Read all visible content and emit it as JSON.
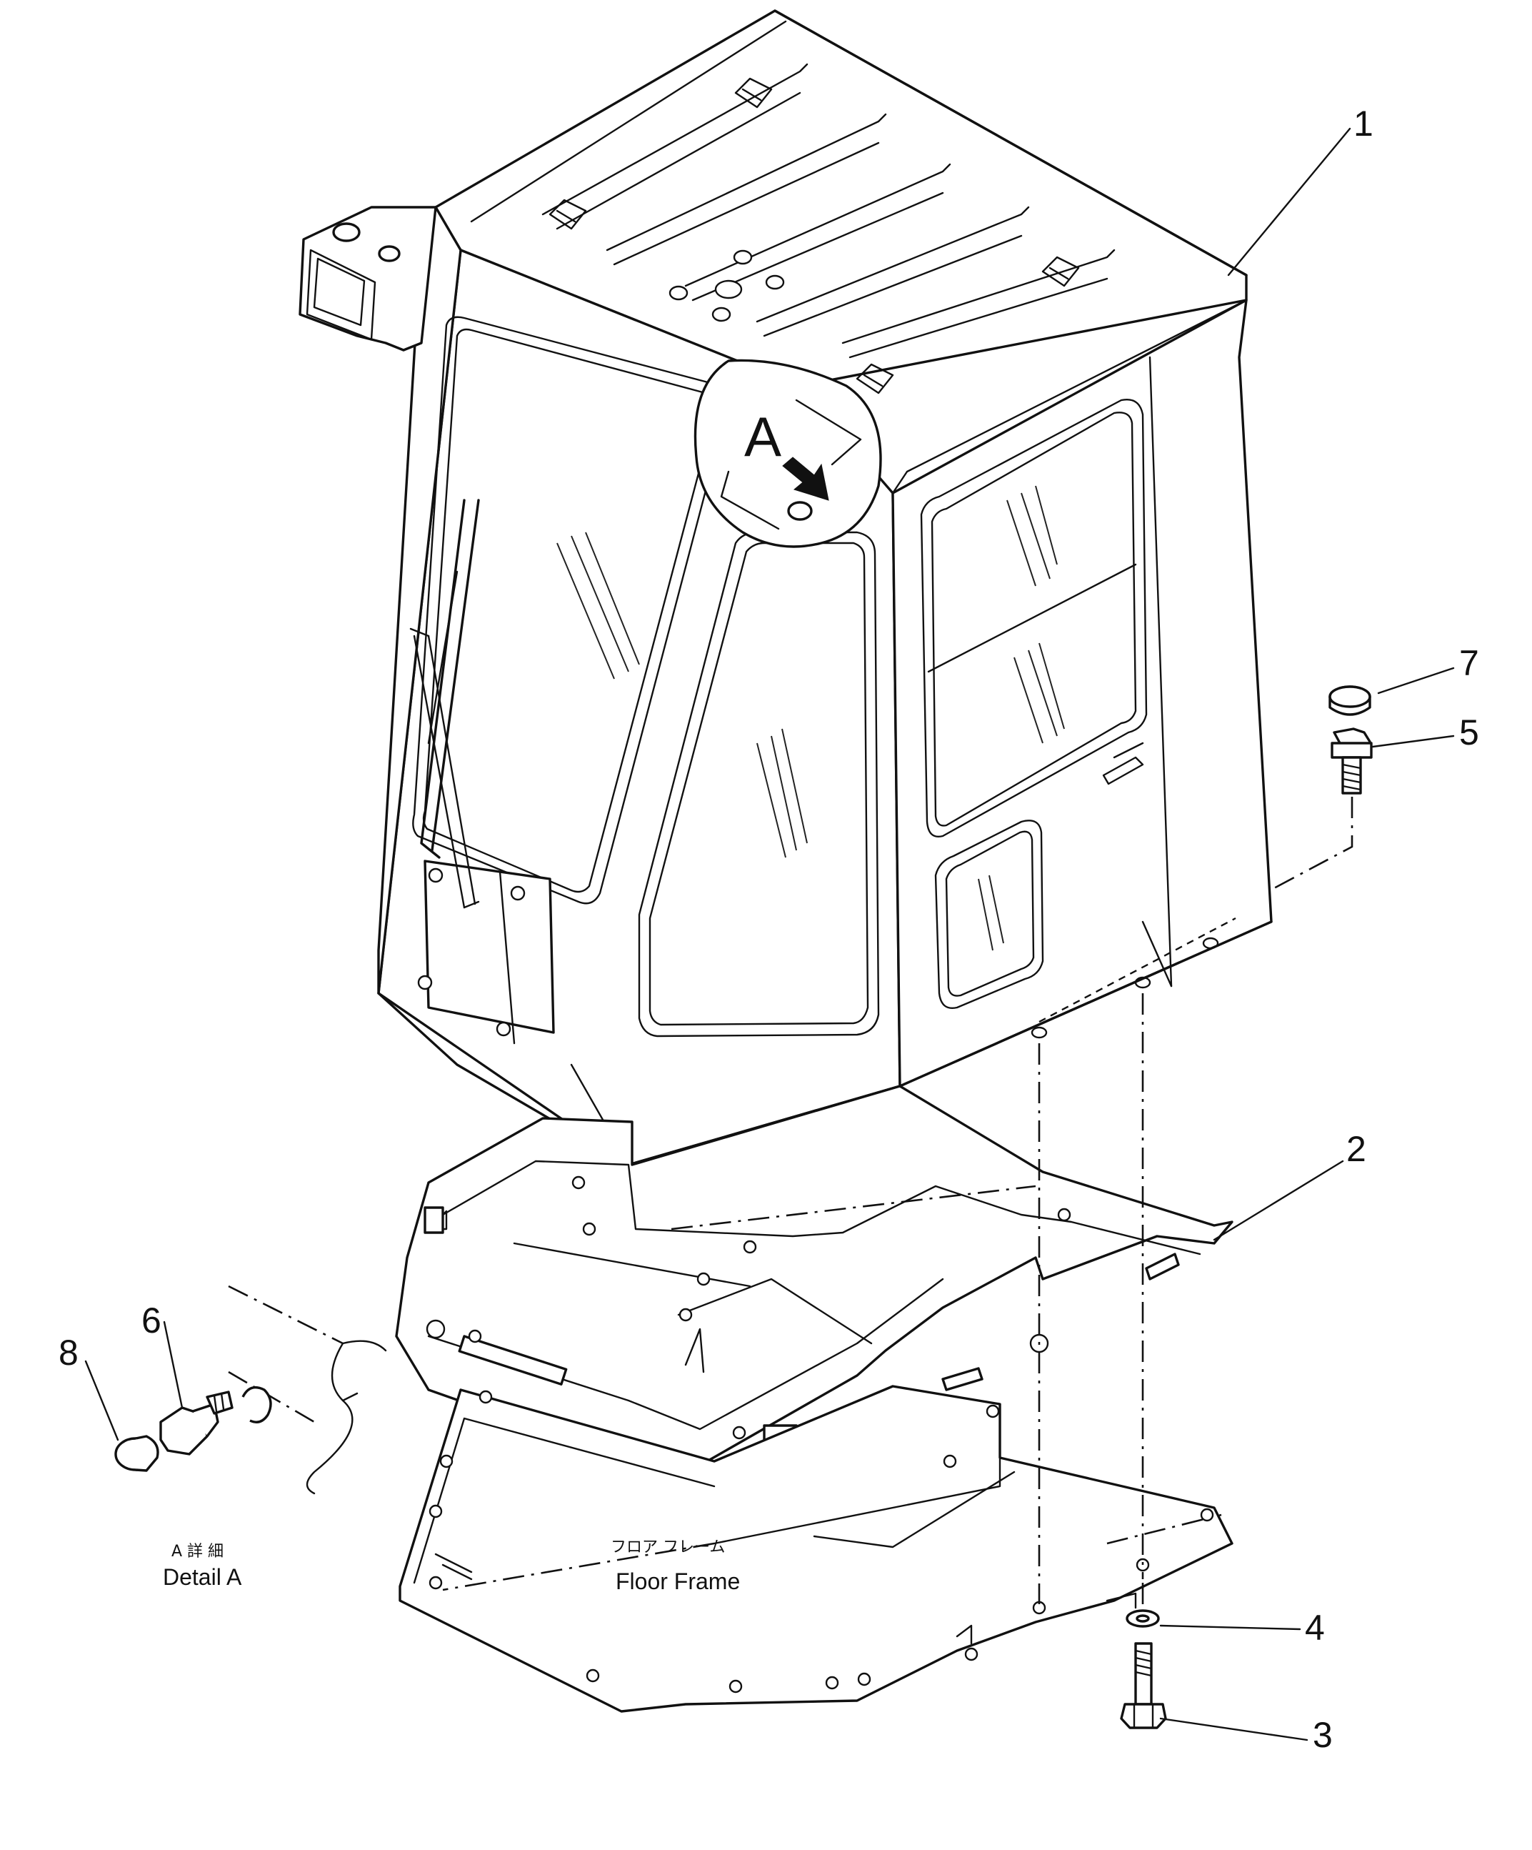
{
  "callouts": {
    "c1": "1",
    "c2": "2",
    "c3": "3",
    "c4": "4",
    "c5": "5",
    "c6": "6",
    "c7": "7",
    "c8": "8"
  },
  "detail_marker": "A",
  "floor_frame": {
    "jp": "フロア フレーム",
    "en": "Floor Frame"
  },
  "detail_a": {
    "jp": "A 詳 細",
    "en": "Detail A"
  },
  "icons": [
    "cab-assembly",
    "gasket",
    "floor-frame",
    "bolt",
    "washer",
    "plug",
    "cap",
    "work-lamp",
    "wiper",
    "detail-arrow"
  ]
}
